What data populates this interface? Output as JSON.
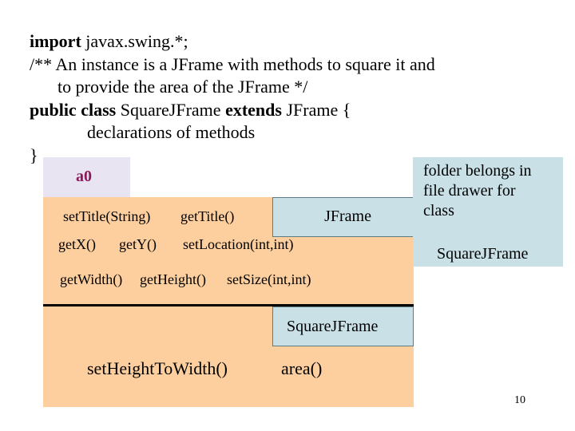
{
  "code": {
    "line1_kw": "import",
    "line1_rest": " javax.swing.*;",
    "line2": "/** An instance is a JFrame with methods to square it and",
    "line3": "to provide the area of the JFrame */",
    "line4_kw": "public class",
    "line4_mid": " SquareJFrame ",
    "line4_kw2": "extends",
    "line4_rest": " JFrame {",
    "line5": "declarations of methods",
    "line6": "}"
  },
  "object": {
    "name": "a0",
    "superclass_methods": {
      "set_title": "setTitle(String)",
      "get_title": "getTitle()",
      "get_x": "getX()",
      "get_y": "getY()",
      "set_location": "setLocation(int,int)",
      "get_width": "getWidth()",
      "get_height": "getHeight()",
      "set_size": "setSize(int,int)"
    },
    "superclass_name": "JFrame",
    "subclass_name": "SquareJFrame",
    "subclass_methods": {
      "set_height_to_width": "setHeightToWidth()",
      "area": "area()"
    }
  },
  "folder_note": {
    "text": "folder belongs in\nfile drawer for\nclass",
    "class_name": "SquareJFrame"
  },
  "page_number": "10",
  "colors": {
    "object_fill": "#fdcf9f",
    "class_box_fill": "#c8e0e6",
    "tab_fill": "#e8e4f2",
    "object_name_color": "#8b1a5a"
  }
}
